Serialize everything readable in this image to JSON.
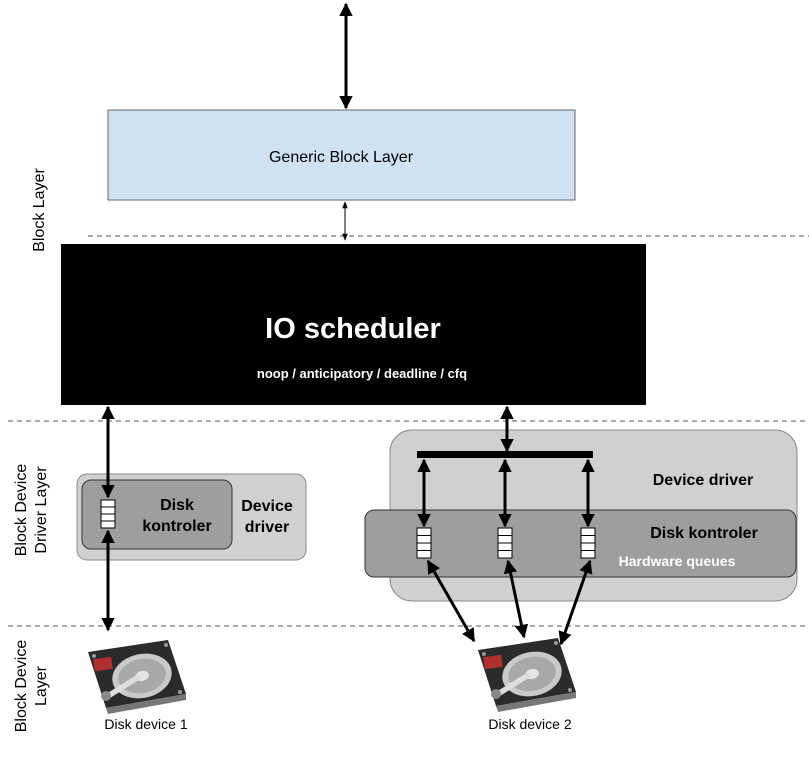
{
  "layers": {
    "block_layer": "Block Layer",
    "driver_layer_line1": "Block Device",
    "driver_layer_line2": "Driver Layer",
    "device_layer_line1": "Block Device",
    "device_layer_line2": "Layer"
  },
  "generic_block_layer": {
    "label": "Generic Block Layer"
  },
  "io_scheduler": {
    "title": "IO scheduler",
    "subtitle": "noop / anticipatory / deadline /  cfq"
  },
  "left_driver": {
    "controller_line1": "Disk",
    "controller_line2": "kontroler",
    "driver_line1": "Device",
    "driver_line2": "driver"
  },
  "right_driver": {
    "driver_label": "Device driver",
    "controller_label": "Disk kontroler",
    "queues_label": "Hardware queues"
  },
  "disks": [
    {
      "label": "Disk device 1"
    },
    {
      "label": "Disk device 2"
    }
  ],
  "colors": {
    "generic_block_fill": "#cfe2f3",
    "scheduler_fill": "#000000",
    "driver_fill": "#d0d0d0",
    "controller_fill": "#9e9e9e",
    "queues_text": "#ffffff"
  },
  "icons": {
    "disk": "hard-disk-drive-icon"
  }
}
